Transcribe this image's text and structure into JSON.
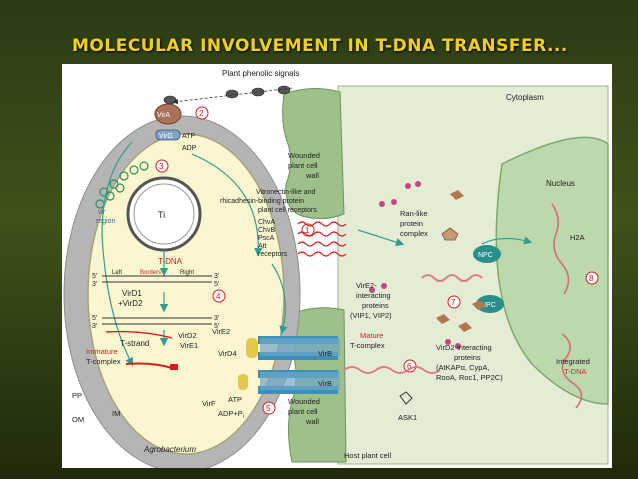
{
  "slide": {
    "title": "MOLECULAR INVOLVEMENT IN T-DNA TRANSFER..."
  },
  "figure": {
    "top_label": "Plant phenolic signals",
    "cytoplasm": "Cytoplasm",
    "nucleus": "Nucleus",
    "host_plant_cell": "Host plant cell",
    "agrobacterium": "Agrobacterium",
    "wounded_wall_top": [
      "Wounded",
      "plant cell",
      "wall"
    ],
    "wounded_wall_bottom": [
      "Wounded",
      "plant cell",
      "wall"
    ],
    "receptors": [
      "Vitronectin-like and",
      "rhicadhesin-binding protein",
      "plant cell receptors"
    ],
    "chv_labels": [
      "ChvA",
      "ChvB",
      "PscA",
      "Att",
      "receptors"
    ],
    "ran_like": [
      "Ran-like",
      "protein",
      "complex"
    ],
    "npc": "NPC",
    "h2a": "H2A",
    "integrated": [
      "Integrated",
      "T-DNA"
    ],
    "vire2_interacting": [
      "VirE2-",
      "interacting",
      "proteins",
      "(VIP1, VIP2)"
    ],
    "mature": "Mature",
    "t_complex": "T-complex",
    "vird2_interacting": [
      "VirD2-interacting",
      "proteins",
      "(AtKAPα, CypA,",
      "RooA, Roc1, PP2C)"
    ],
    "ask1": "ASK1",
    "vira": "VirA",
    "virg": "VirG",
    "atp": "ATP",
    "adp": "ADP",
    "ti": "Ti",
    "vir_region": [
      "vir",
      "region"
    ],
    "tdna": "T-DNA",
    "five_prime": "5'",
    "three_prime": "3'",
    "left": "Left",
    "borders": "Borders",
    "right": "Right",
    "vird1": "VirD1",
    "plus_vird2": "+VirD2",
    "t_strand": "T-strand",
    "vird2": "VirD2",
    "vire2": "VirE2",
    "vire1": "VirE1",
    "immature": "Immature",
    "vird4": "VirD4",
    "virb_top": "VirB",
    "virb_bottom": "VirB",
    "virf": "VirF",
    "atp2": "ATP",
    "adp_pi": "ADP+P",
    "pi_sub": "i",
    "pp": "PP",
    "im": "IM",
    "om": "OM",
    "steps": [
      "1",
      "2",
      "3",
      "4",
      "5",
      "6",
      "7",
      "8"
    ]
  },
  "colors": {
    "title": "#f2cf1a",
    "outer_membrane": "#b5b5b5",
    "bacterium_inner": "#fbf6cf",
    "cell_wall": "#9ec08a",
    "host_cytoplasm": "#e4ecd6",
    "nucleus": "#bcd8ac",
    "arrow_teal": "#2e9e8e",
    "red_label": "#d81d1d",
    "vir_protein_green": "#2f8f57"
  }
}
